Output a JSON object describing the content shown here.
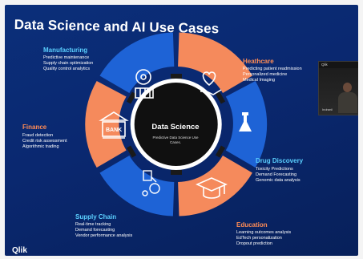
{
  "slide": {
    "title": "Data Science and AI Use Cases",
    "brand": "Qlik",
    "center": {
      "title": "Data Science",
      "subtitle": "Predictive Data Science Use Cases."
    },
    "video_tile": {
      "label": "Qlik",
      "name": "Indranil"
    },
    "sections": {
      "manufacturing": {
        "title": "Manufacturing",
        "items": [
          "Predictive maintenance",
          "Supply chain optimization",
          "Quality control analytics"
        ]
      },
      "healthcare": {
        "title": "Heathcare",
        "items": [
          "Predicting patient readmission",
          "Personalized medicine",
          "Medical Imaging"
        ]
      },
      "finance": {
        "title": "Finance",
        "items": [
          "Fraud detection",
          "Credit risk assessment",
          "Algorithmic trading"
        ]
      },
      "drug_discovery": {
        "title": "Drug Discovery",
        "items": [
          "Toxicity Predictions",
          "Demand Forecasting",
          "Genomic data analysis"
        ]
      },
      "supply_chain": {
        "title": "Supply Chain",
        "items": [
          "Real-time tracking",
          "Demand forecasting",
          "Vendor performance analysis"
        ]
      },
      "education": {
        "title": "Education",
        "items": [
          "Learning outcomes analysis",
          "EdTech personalization",
          "Dropout prediction"
        ]
      }
    },
    "icons": {
      "bank_text": "BANK"
    },
    "colors": {
      "background": "#0a2870",
      "orange": "#f58a5c",
      "blue": "#1e63d6",
      "center": "#101010",
      "accent_cyan": "#5bd0ff"
    }
  }
}
